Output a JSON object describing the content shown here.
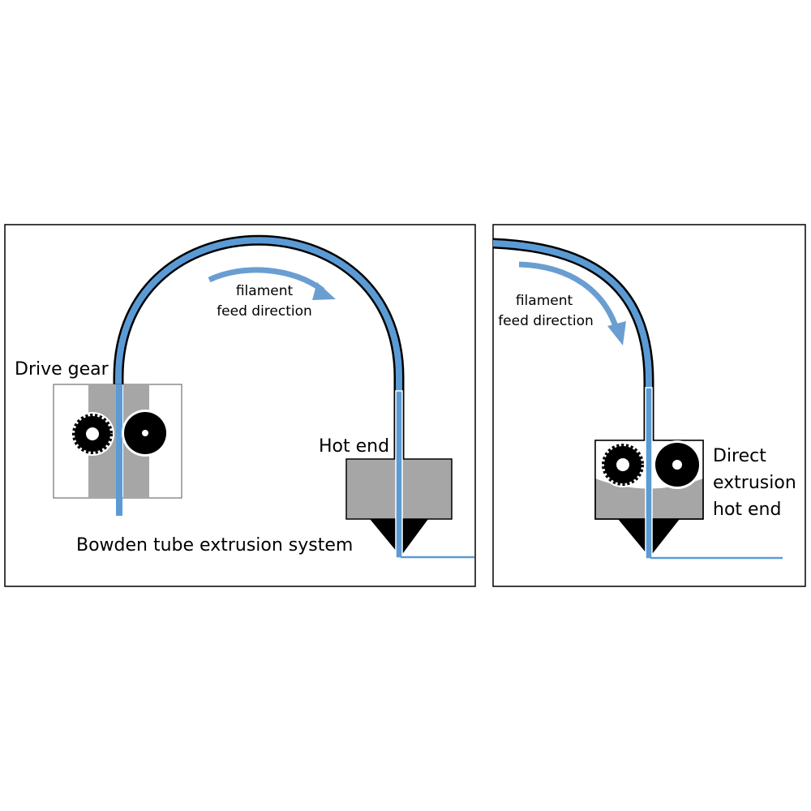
{
  "left_panel": {
    "drive_gear_label": "Drive gear",
    "arrow_label_line1": "filament",
    "arrow_label_line2": "feed direction",
    "hot_end_label": "Hot end",
    "caption": "Bowden tube extrusion system"
  },
  "right_panel": {
    "arrow_label_line1": "filament",
    "arrow_label_line2": "feed direction",
    "hot_end_line1": "Direct",
    "hot_end_line2": "extrusion",
    "hot_end_line3": "hot end"
  },
  "colors": {
    "filament": "#5b9bd5",
    "arrow": "#6a9ed1",
    "block_gray": "#a6a6a6",
    "gear_black": "#000000",
    "frame": "#000000"
  }
}
